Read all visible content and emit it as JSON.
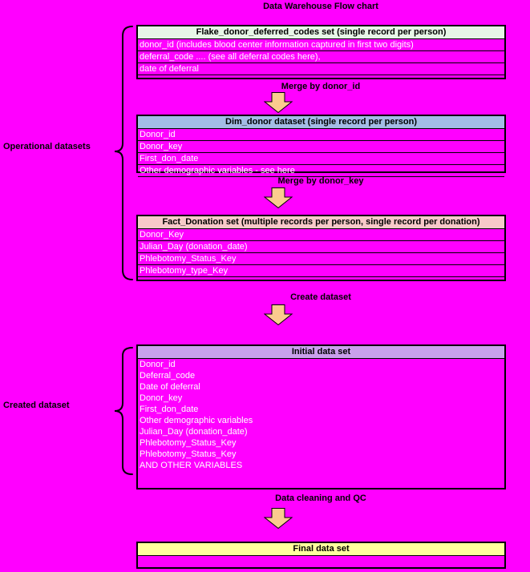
{
  "title": "Data Warehouse Flow chart",
  "side_labels": {
    "operational": "Operational datasets",
    "created": "Created dataset"
  },
  "flow_labels": {
    "merge_by_donor_id": "Merge by donor_id",
    "merge_by_donor_key": "Merge by donor_key",
    "create_dataset": "Create dataset",
    "data_cleaning": "Data cleaning and QC"
  },
  "boxes": [
    {
      "header": "Flake_donor_deferred_codes set (single record per person)",
      "header_bg": "#e7f6e7",
      "rows": [
        "donor_id (includes blood center information captured in first two digits)",
        "deferral_code .... (see all deferral codes here),",
        "date of deferral"
      ]
    },
    {
      "header": "Dim_donor dataset (single record per person)",
      "header_bg": "#a3bce6",
      "rows": [
        "Donor_id",
        "Donor_key",
        "First_don_date",
        "Other demographic variables - see here"
      ]
    },
    {
      "header": "Fact_Donation set (multiple records per person, single record per donation)",
      "header_bg": "#f7c9c9",
      "rows": [
        "Donor_Key",
        "Julian_Day (donation_date)",
        "Phlebotomy_Status_Key",
        "Phlebotomy_type_Key"
      ]
    },
    {
      "header": "Initial data set",
      "header_bg": "#c9a0ec",
      "rows": [
        "Donor_id",
        "Deferral_code",
        "Date of deferral",
        "Donor_key",
        "First_don_date",
        "Other demographic variables",
        "Julian_Day (donation_date)",
        "Phlebotomy_Status_Key",
        "Phlebotomy_Status_Key",
        "AND OTHER VARIABLES"
      ]
    },
    {
      "header": "Final data set",
      "header_bg": "#ffff9c",
      "rows": []
    }
  ],
  "colors": {
    "page-bg": "#ff00ff",
    "row-text": "#ffffff",
    "arrow-fill": "#fbca8e",
    "border": "#000000"
  }
}
